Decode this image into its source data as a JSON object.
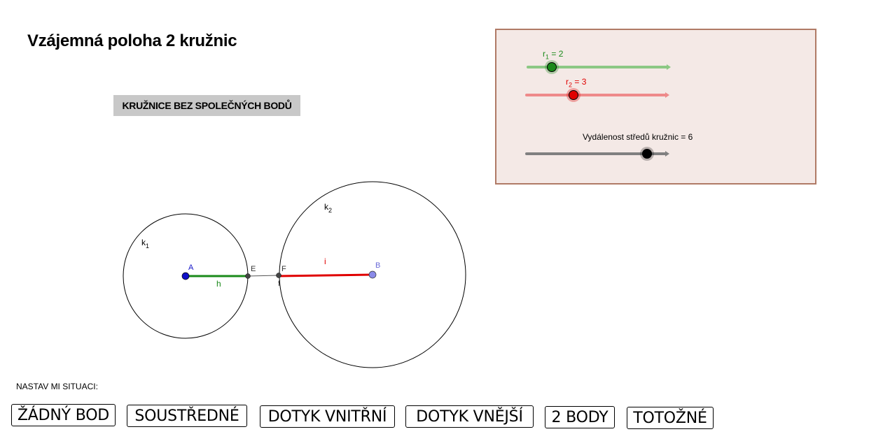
{
  "title": "Vzájemná poloha 2 kružnic",
  "status": "KRUŽNICE BEZ SPOLEČNÝCH BODŮ",
  "sliders": {
    "r1": {
      "label_main": "r",
      "label_sub": "1",
      "label_rest": " = 2",
      "value": 2,
      "color": "#1a8a1a",
      "track": "#8cc884"
    },
    "r2": {
      "label_main": "r",
      "label_sub": "2",
      "label_rest": " = 3",
      "value": 3,
      "color": "#e00000",
      "track": "#ee8a8a"
    },
    "distance": {
      "label": "Vydálenost středů kružnic = 6",
      "value": 6,
      "color": "#000000",
      "track": "#808080"
    }
  },
  "construction": {
    "circle1": {
      "name": "k",
      "sub": "1"
    },
    "circle2": {
      "name": "k",
      "sub": "2"
    },
    "point_a": "A",
    "point_b": "B",
    "point_e": "E",
    "point_f": "F",
    "point_f_lower": "f",
    "segment_h": "h",
    "segment_i": "i"
  },
  "prompt_label": "NASTAV MI SITUACI:",
  "buttons": {
    "zadny_bod": "ŽÁDNÝ BOD",
    "soustredne": "SOUSTŘEDNÉ",
    "dotyk_vnitrni": "DOTYK VNITŘNÍ",
    "dotyk_vnejsi": "DOTYK VNĚJŠÍ",
    "dva_body": "2 BODY",
    "totozne": "TOTOŽNÉ"
  },
  "colors": {
    "point_a": "#1010c8",
    "point_b": "#8a8ae8",
    "segment_h": "#1a8a1a",
    "segment_i": "#e00000"
  }
}
